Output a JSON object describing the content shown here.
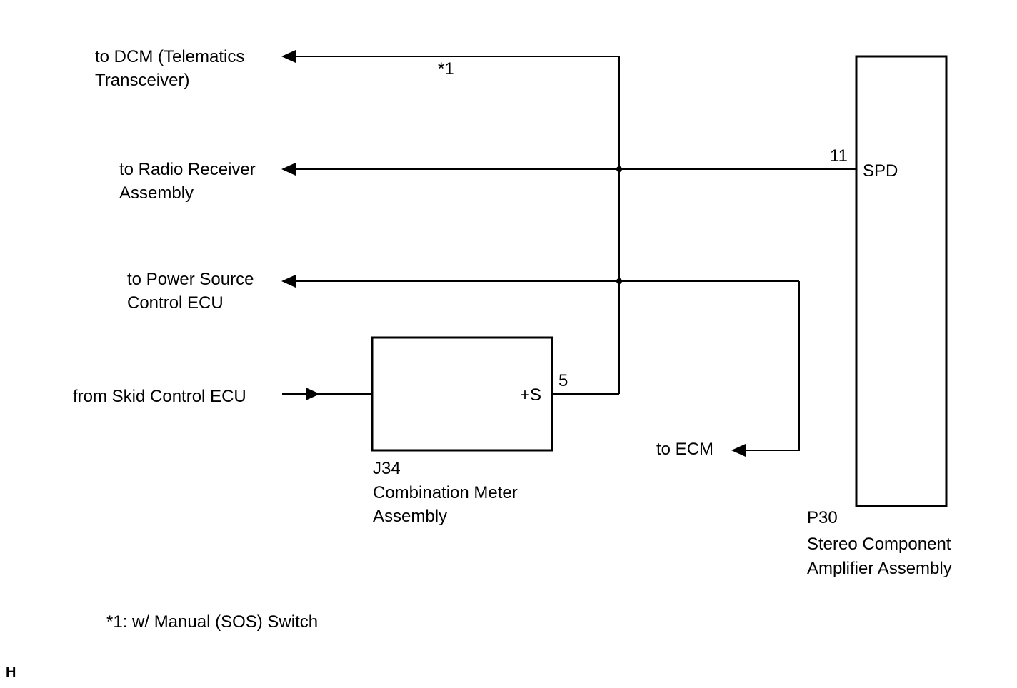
{
  "destinations": {
    "dcm_line1": "to DCM (Telematics",
    "dcm_line2": "Transceiver)",
    "dcm_note": "*1",
    "radio_line1": "to Radio Receiver",
    "radio_line2": "Assembly",
    "power_line1": "to Power Source",
    "power_line2": "Control ECU",
    "skid": "from Skid Control ECU",
    "ecm": "to ECM"
  },
  "combination_meter": {
    "code": "J34",
    "name_line1": "Combination Meter",
    "name_line2": "Assembly",
    "terminal_label": "+S",
    "terminal_pin": "5"
  },
  "amplifier": {
    "code": "P30",
    "name_line1": "Stereo Component",
    "name_line2": "Amplifier Assembly",
    "terminal_label": "SPD",
    "terminal_pin": "11"
  },
  "footnote": "*1: w/ Manual (SOS) Switch",
  "corner_mark": "H"
}
